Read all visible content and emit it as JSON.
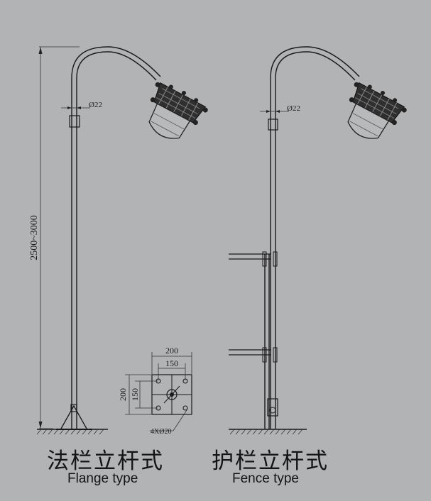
{
  "captions": {
    "flange_cn": "法栏立杆式",
    "flange_en": "Flange type",
    "fence_cn": "护栏立杆式",
    "fence_en": "Fence type"
  },
  "dimensions": {
    "pole_height": "2500~3000",
    "pipe_diameter_left": "Ø22",
    "pipe_diameter_right": "Ø22",
    "plate_width": "200",
    "hole_spacing_width": "150",
    "plate_height": "200",
    "hole_spacing_height": "150",
    "bolt_holes": "4XØ20"
  },
  "colors": {
    "background": "#b2b3b5",
    "line": "#1a1a1a"
  }
}
